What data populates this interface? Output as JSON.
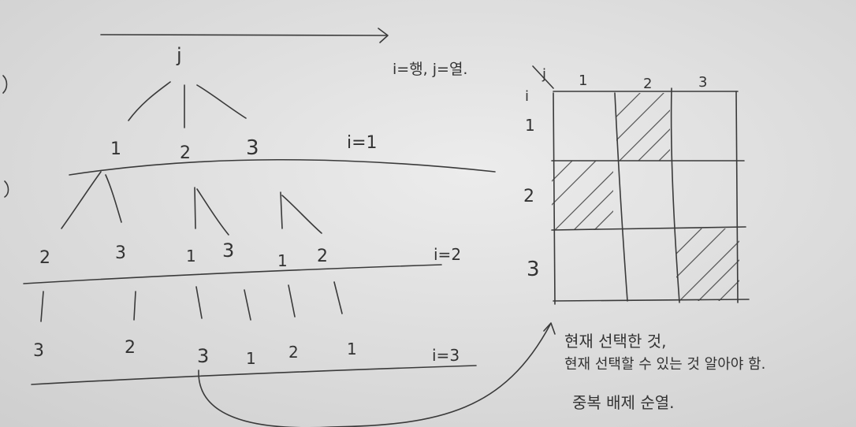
{
  "tree": {
    "root_label": "j",
    "level_labels": [
      "i=1",
      "i=2",
      "i=3"
    ],
    "level1": [
      "1",
      "2",
      "3"
    ],
    "level2": [
      "2",
      "3",
      "1",
      "3",
      "1",
      "2"
    ],
    "level3": [
      "3",
      "2",
      "3",
      "1",
      "2",
      "1"
    ]
  },
  "note_top": "i=행, j=열.",
  "grid": {
    "corner_j": "j",
    "corner_i": "i",
    "cols": [
      "1",
      "2",
      "3"
    ],
    "rows": [
      "1",
      "2",
      "3"
    ],
    "shaded": [
      [
        1,
        2
      ],
      [
        2,
        1
      ],
      [
        3,
        3
      ]
    ]
  },
  "notes": [
    "현재 선택한 것,",
    "현재 선택할 수 있는 것 알아야 함.",
    "중복 배제 순열."
  ]
}
